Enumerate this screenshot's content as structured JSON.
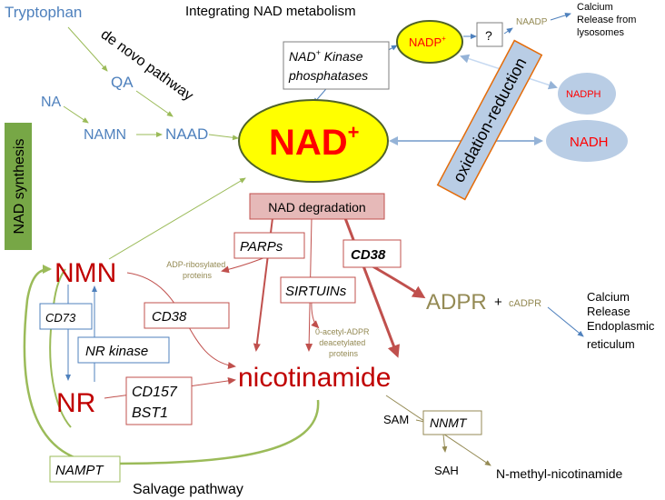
{
  "title": "Integrating NAD metabolism",
  "nodes": {
    "tryptophan": "Tryptophan",
    "de_novo": "de novo pathway",
    "qa": "QA",
    "na": "NA",
    "namn": "NAMN",
    "naad": "NAAD",
    "nad": "NAD",
    "nad_sup": "+",
    "nadp": "NADP",
    "nadp_sup": "+",
    "question": "?",
    "naadp": "NAADP",
    "calcium_lysosomes": [
      "Calcium",
      "Release from",
      "lysosomes"
    ],
    "nad_kinase_line1": "NAD",
    "nad_kinase_sup": "+",
    "nad_kinase_line1_rest": " Kinase",
    "nad_kinase_line2": "phosphatases",
    "oxidation_reduction": "oxidation-reduction",
    "nadph": "NADPH",
    "nadh": "NADH",
    "nad_synthesis": "NAD synthesis",
    "nad_degradation": "NAD degradation",
    "parps": "PARPs",
    "cd38_right": "CD38",
    "adp_ribosylated": [
      "ADP-ribosylated",
      "proteins"
    ],
    "sirtuins": "SIRTUINs",
    "acetyl_adpr": [
      "0-acetyl-ADPR",
      "deacetylated",
      "proteins"
    ],
    "adpr": "ADPR",
    "plus": "+",
    "cadpr": "cADPR",
    "calcium_er": [
      "Calcium",
      "Release",
      "Endoplasmic",
      "reticulum"
    ],
    "nmn": "NMN",
    "cd73": "CD73",
    "cd38_left": "CD38",
    "nr_kinase": "NR kinase",
    "nr": "NR",
    "cd157": "CD157",
    "bst1": "BST1",
    "nicotinamide": "nicotinamide",
    "sam": "SAM",
    "nnmt": "NNMT",
    "sah": "SAH",
    "n_methyl": "N-methyl-nicotinamide",
    "nampt": "NAMPT",
    "salvage": "Salvage pathway"
  },
  "colors": {
    "blue_text": "#4f81bd",
    "dark_red": "#c00000",
    "red_arrow": "#c0504d",
    "olive": "#9bbb59",
    "gold": "#948a54",
    "yellow": "#ffff00",
    "light_blue_fill": "#b9cde5",
    "green_box": "#77a746"
  }
}
